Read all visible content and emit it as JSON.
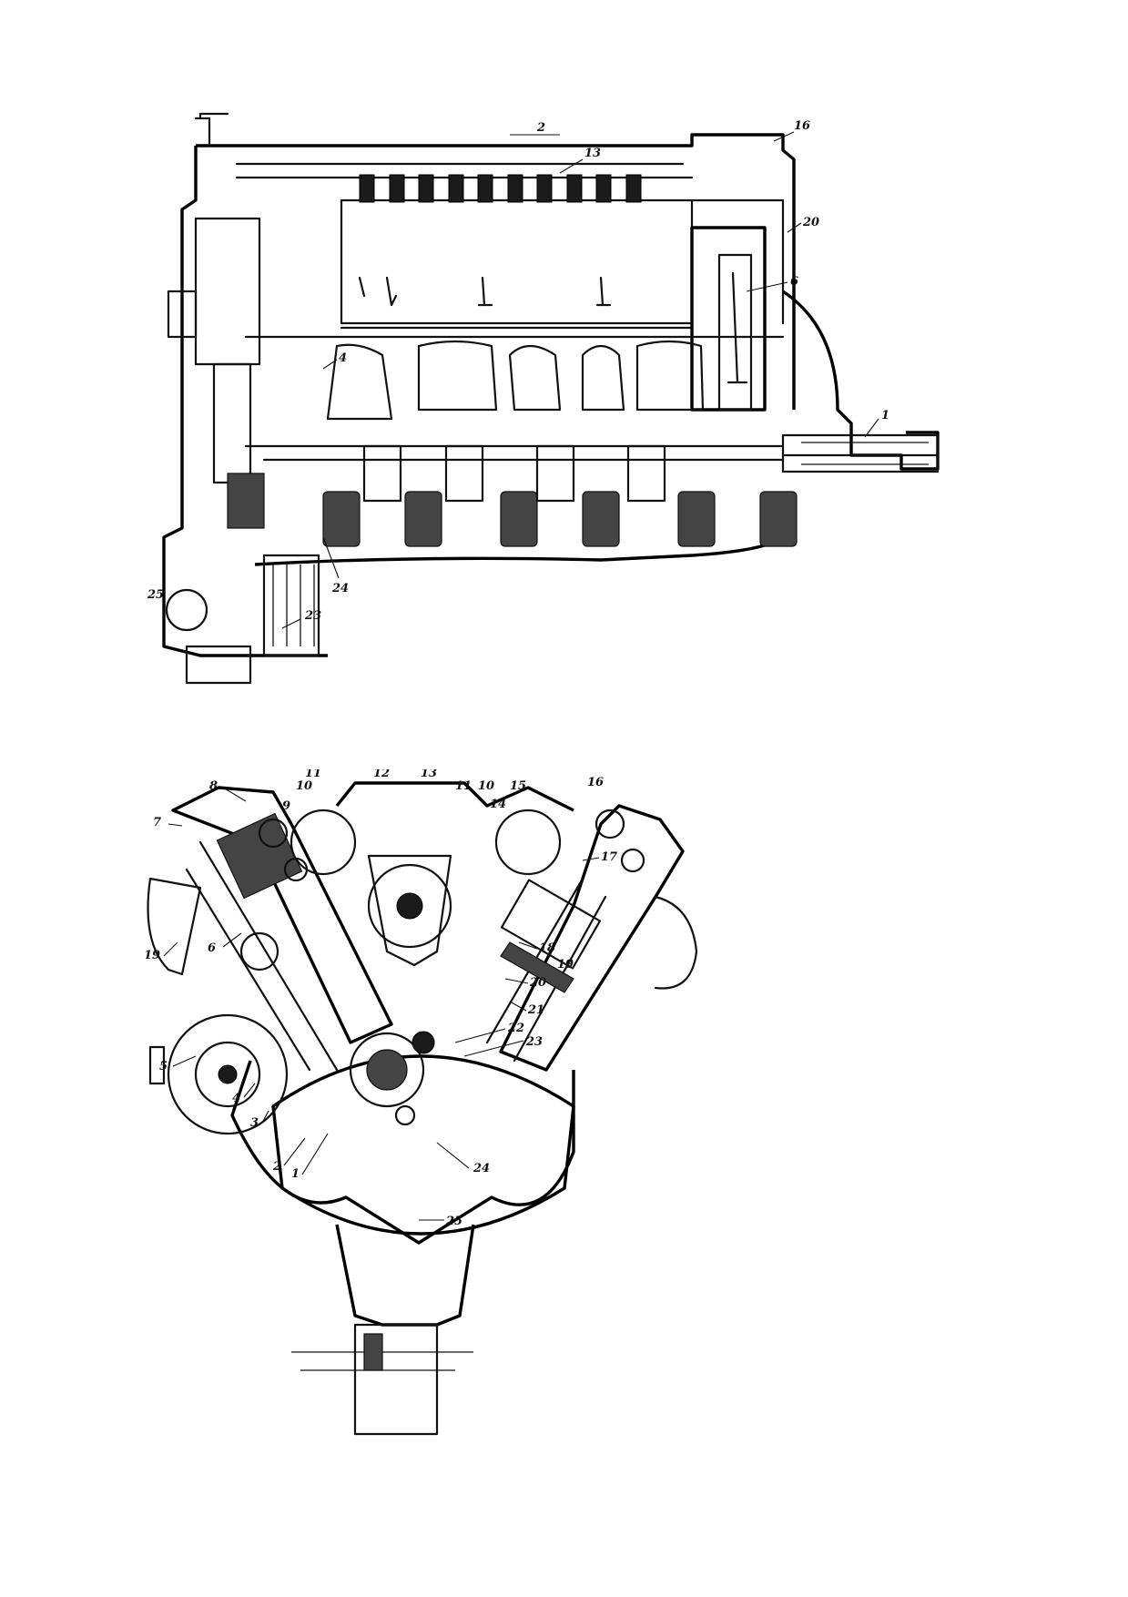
{
  "figure_top": {
    "name": "longitudinal-section",
    "callouts": {
      "c1": "1",
      "c2": "2",
      "c4": "4",
      "c6": "6",
      "c13": "13",
      "c16": "16",
      "c20": "20",
      "c23": "23",
      "c24": "24",
      "c25": "25"
    }
  },
  "figure_bottom": {
    "name": "cross-section",
    "callouts": {
      "c1": "1",
      "c2": "2",
      "c3": "3",
      "c4": "4",
      "c5": "5",
      "c6": "6",
      "c7": "7",
      "c8": "8",
      "c9": "9",
      "c10a": "10",
      "c10b": "10",
      "c11a": "11",
      "c11b": "11",
      "c12": "12",
      "c13": "13",
      "c14": "14",
      "c15": "15",
      "c16": "16",
      "c17": "17",
      "c18": "18",
      "c19a": "19",
      "c19b": "19",
      "c20": "20",
      "c21": "21",
      "c22": "22",
      "c23": "23",
      "c24": "24",
      "c25": "25"
    }
  },
  "colors": {
    "ink": "#111111",
    "paper": "#ffffff"
  }
}
